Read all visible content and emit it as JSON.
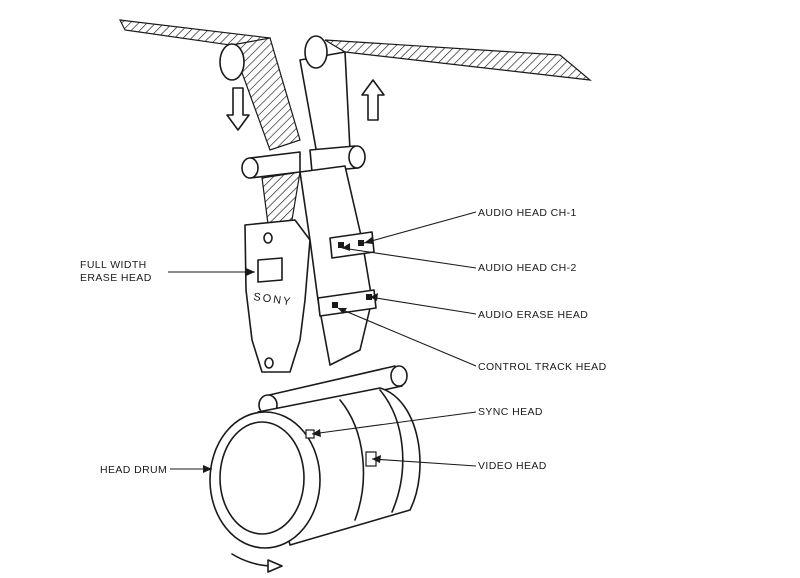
{
  "labels": {
    "audio_head_ch1": "AUDIO HEAD CH-1",
    "audio_head_ch2": "AUDIO HEAD CH-2",
    "full_width_erase_line1": "FULL WIDTH",
    "full_width_erase_line2": "ERASE HEAD",
    "audio_erase_head": "AUDIO ERASE HEAD",
    "control_track_head": "CONTROL TRACK HEAD",
    "sync_head": "SYNC HEAD",
    "head_drum": "HEAD DRUM",
    "video_head": "VIDEO HEAD"
  },
  "brand": "SONY"
}
